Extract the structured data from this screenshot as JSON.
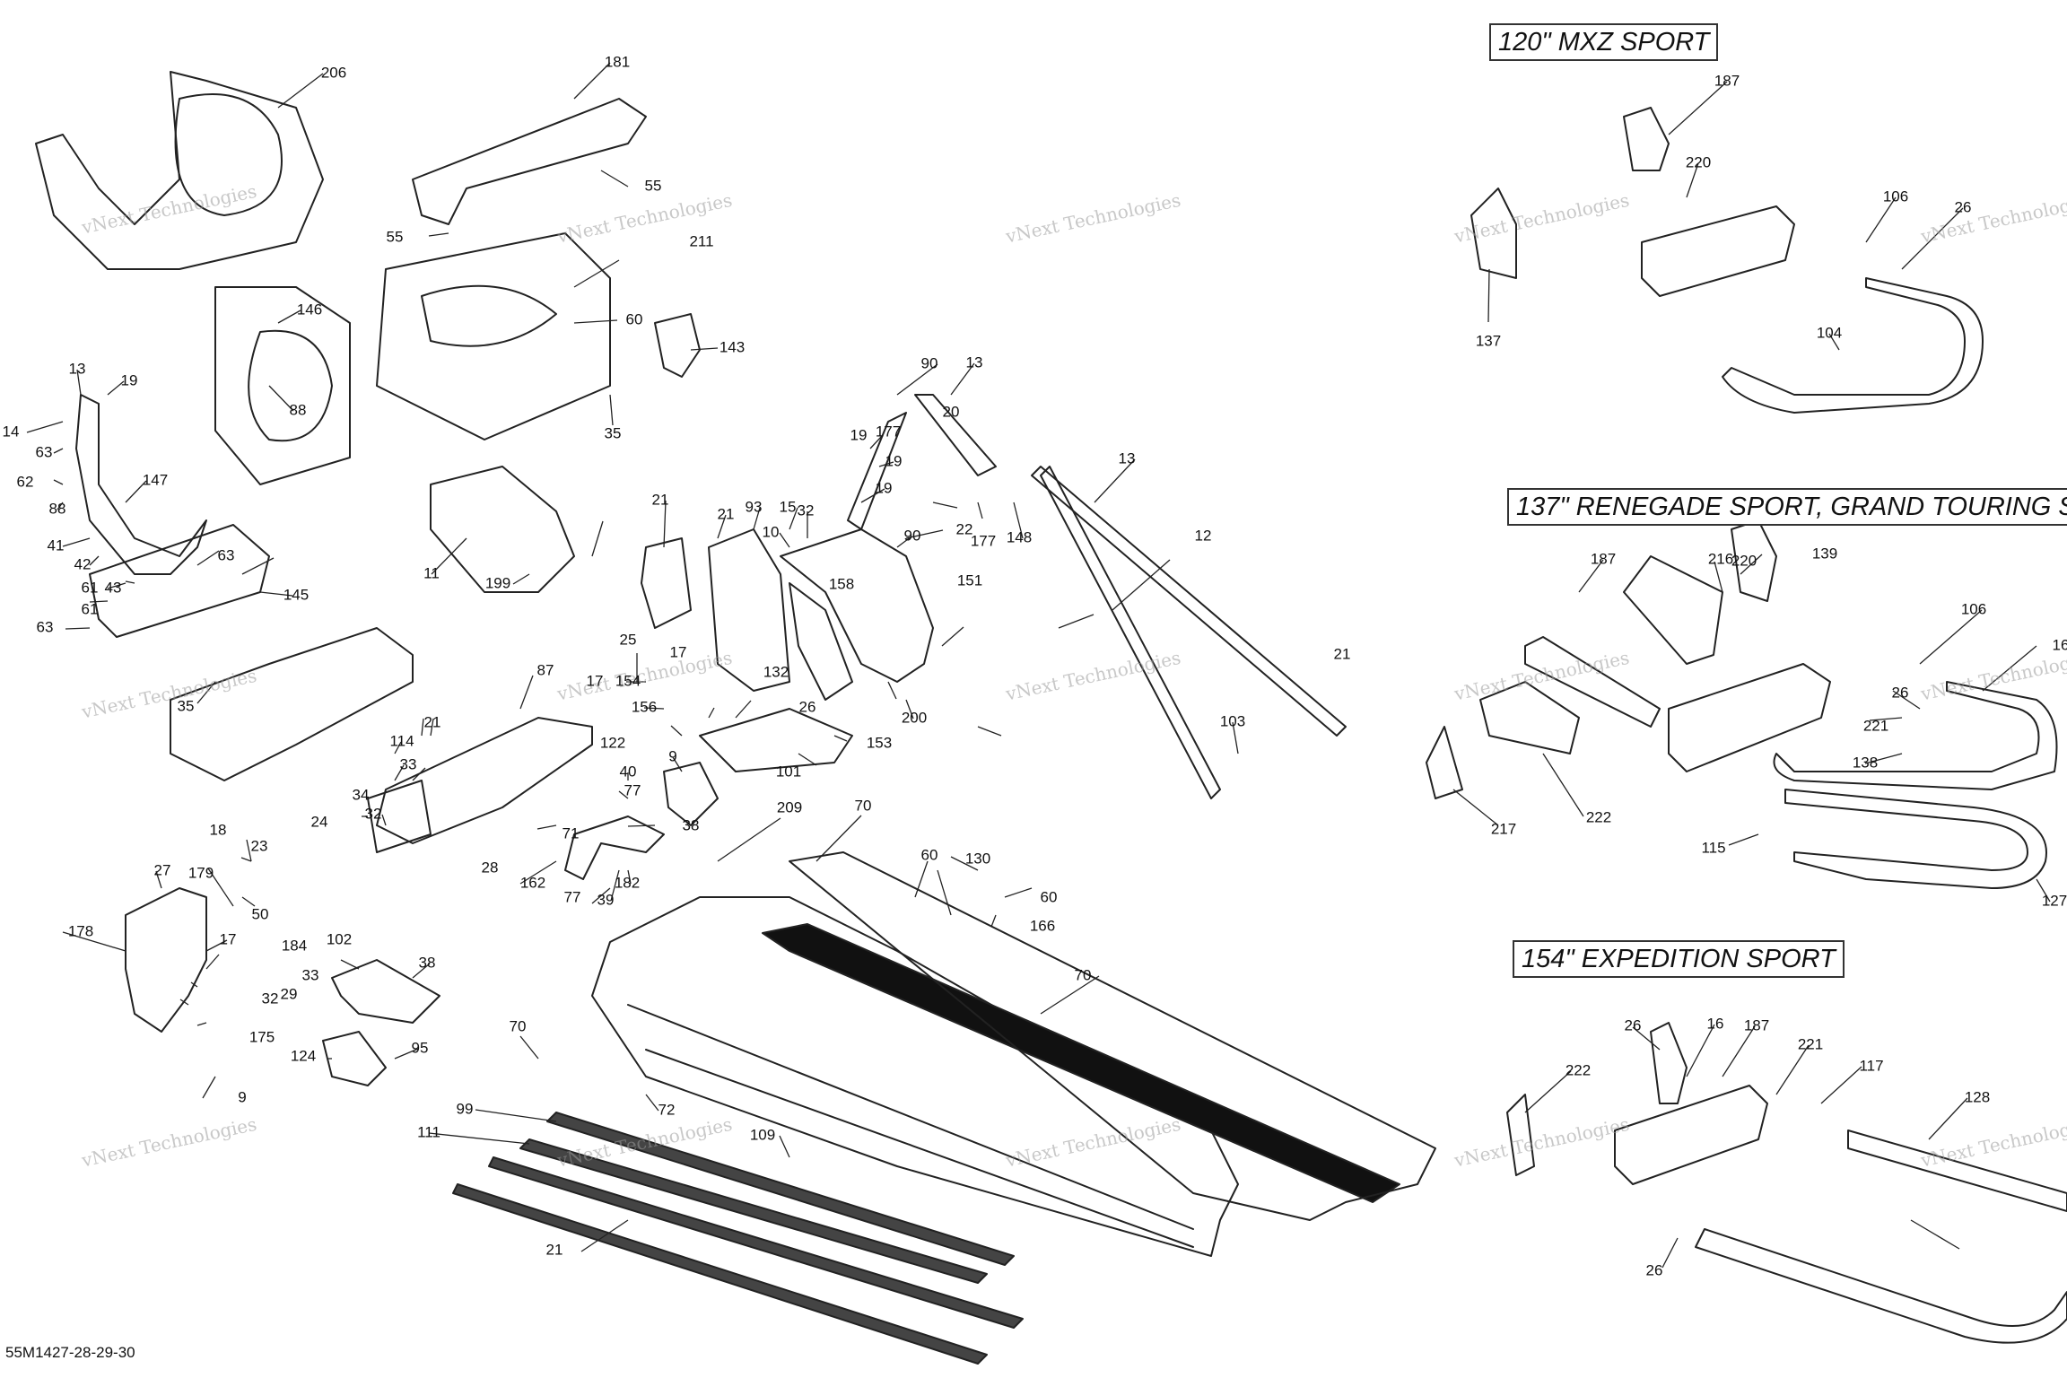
{
  "drawing_code": "55M1427-28-29-30",
  "watermark": "vNext Technologies",
  "sections": [
    {
      "title": "120\" MXZ SPORT"
    },
    {
      "title": "137\" RENEGADE SPORT, GRAND TOURING S"
    },
    {
      "title": "154\" EXPEDITION SPORT"
    }
  ],
  "callouts": [
    "206",
    "181",
    "55",
    "55",
    "211",
    "60",
    "143",
    "146",
    "88",
    "13",
    "19",
    "14",
    "63",
    "62",
    "88",
    "147",
    "41",
    "42",
    "43",
    "63",
    "61",
    "61",
    "63",
    "145",
    "35",
    "35",
    "11",
    "199",
    "21",
    "21",
    "93",
    "15",
    "10",
    "32",
    "22",
    "90",
    "90",
    "13",
    "20",
    "177",
    "19",
    "19",
    "19",
    "177",
    "148",
    "13",
    "12",
    "158",
    "151",
    "200",
    "25",
    "17",
    "17",
    "154",
    "156",
    "9",
    "132",
    "26",
    "153",
    "101",
    "122",
    "40",
    "77",
    "38",
    "87",
    "21",
    "114",
    "33",
    "24",
    "32",
    "34",
    "71",
    "28",
    "18",
    "23",
    "27",
    "179",
    "50",
    "17",
    "184",
    "33",
    "29",
    "32",
    "175",
    "178",
    "9",
    "102",
    "38",
    "124",
    "95",
    "77",
    "39",
    "182",
    "162",
    "209",
    "70",
    "60",
    "130",
    "60",
    "166",
    "70",
    "70",
    "72",
    "109",
    "99",
    "111",
    "21",
    "21",
    "103",
    "187",
    "220",
    "106",
    "26",
    "104",
    "137",
    "139",
    "216",
    "187",
    "220",
    "106",
    "16",
    "26",
    "221",
    "138",
    "217",
    "222",
    "115",
    "127",
    "26",
    "16",
    "187",
    "221",
    "117",
    "128",
    "222",
    "26"
  ]
}
